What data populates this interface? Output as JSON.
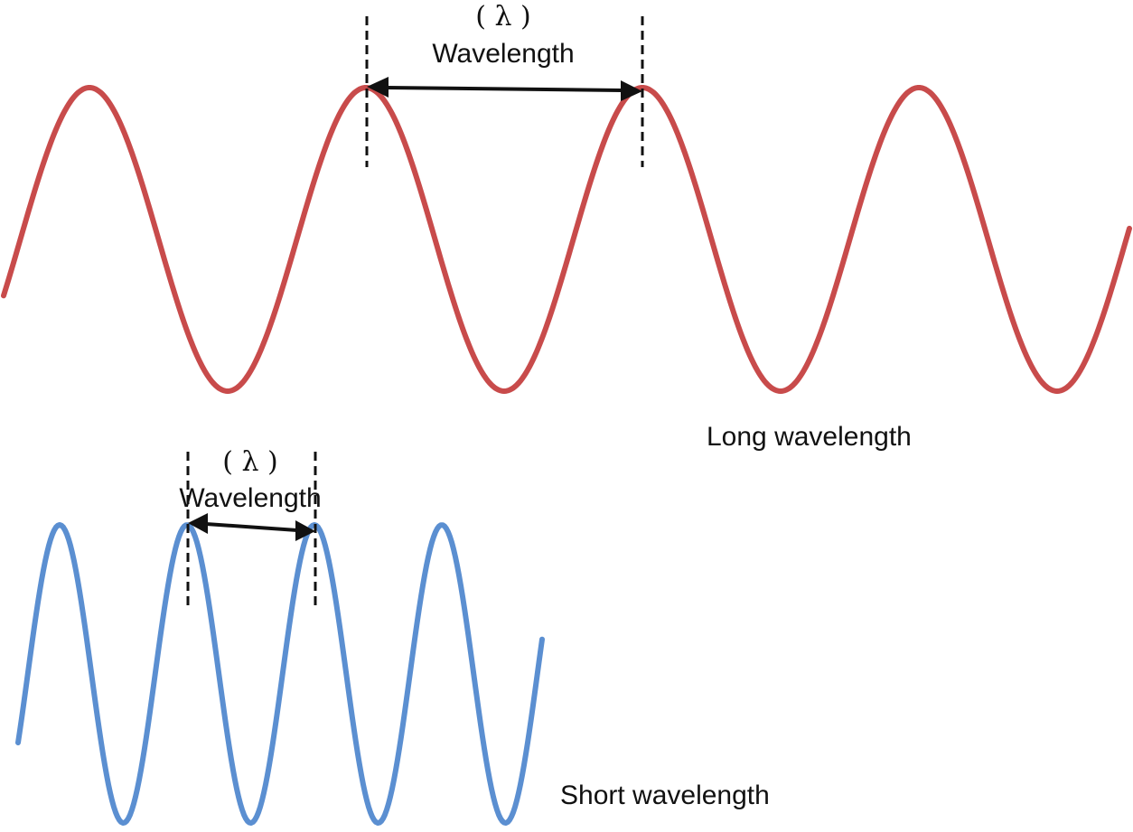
{
  "long_wave": {
    "color": "#c84b4b",
    "symbol": "( λ )",
    "label": "Wavelength",
    "caption": "Long wavelength"
  },
  "short_wave": {
    "color": "#5b8fd1",
    "symbol": "( λ )",
    "label": "Wavelength",
    "caption": "Short wavelength"
  }
}
